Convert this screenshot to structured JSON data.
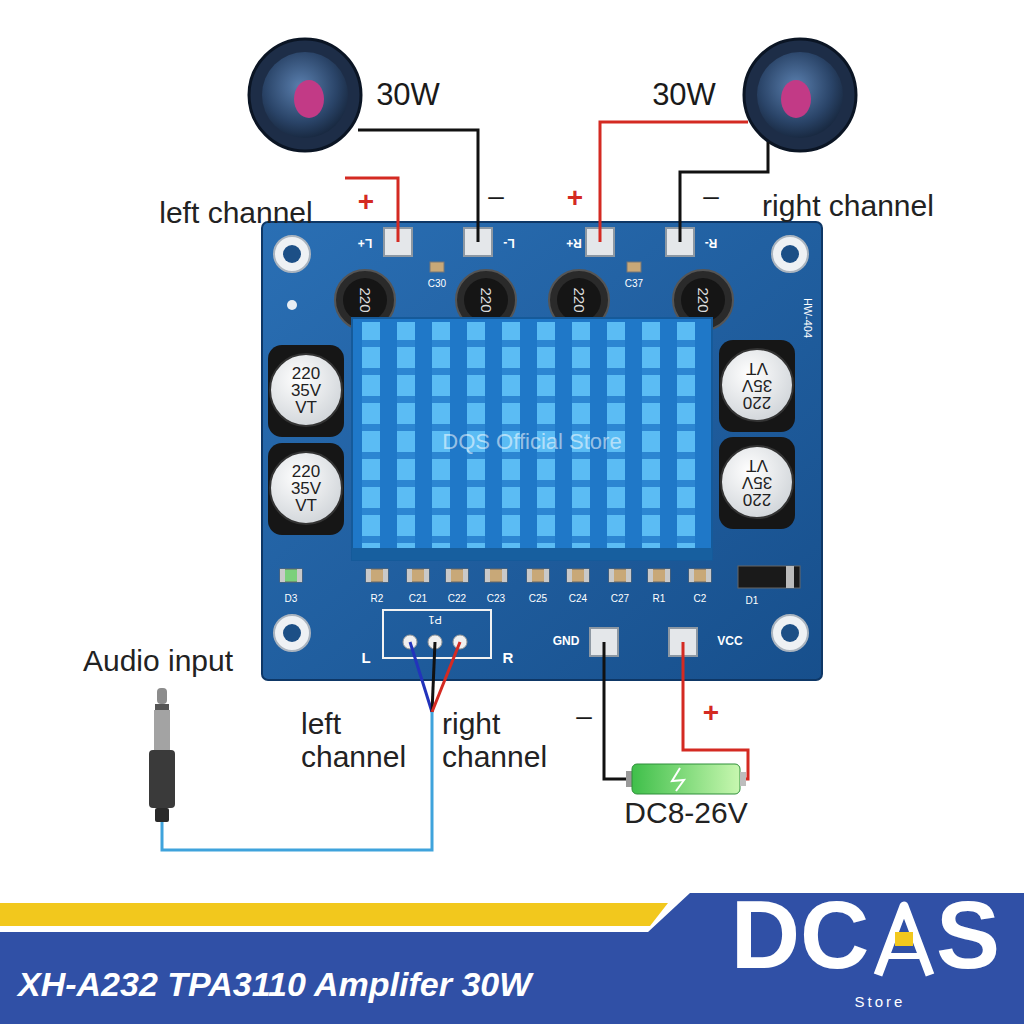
{
  "diagram": {
    "title": "XH-A232 TPA3110 Amplifer 30W",
    "labels": [
      "30W",
      "30W",
      "left channel",
      "+",
      "–",
      "+",
      "–",
      "right channel",
      "L+",
      "L-",
      "R+",
      "R-",
      "220",
      "220",
      "220",
      "220",
      "C30",
      "C37",
      "HW-404",
      "220 35V VT",
      "220 35V VT",
      "220 35V VT",
      "220 35V VT",
      "D3",
      "R2",
      "C21",
      "C22",
      "C23",
      "C25",
      "C24",
      "C27",
      "R1",
      "C2",
      "D1",
      "P1",
      "L",
      "R",
      "GND",
      "VCC",
      "Audio input",
      "left channel",
      "right channel",
      "–",
      "+",
      "DC8-26V",
      "DQS Official Store",
      "DC",
      "S",
      "Store"
    ]
  }
}
